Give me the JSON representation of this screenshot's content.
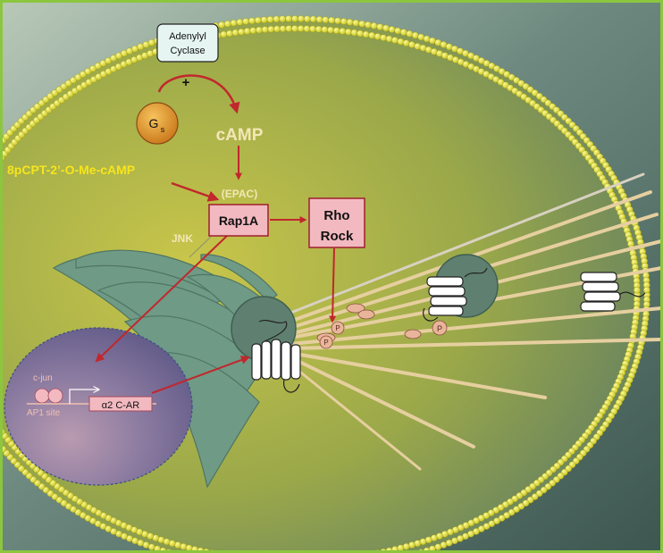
{
  "labels": {
    "adenylyl_line1": "Adenylyl",
    "adenylyl_line2": "Cyclase",
    "plus": "+",
    "gs_main": "G",
    "gs_sub": "s",
    "camp": "cAMP",
    "agonist": "8pCPT-2’-O-Me-cAMP",
    "epac": "(EPAC)",
    "rap1a": "Rap1A",
    "rho": "Rho",
    "rock": "Rock",
    "jnk": "JNK",
    "cjun": "c-jun",
    "ap1": "AP1 site",
    "gene": "α2 C-AR",
    "p": "P"
  },
  "colors": {
    "background": "#5f7a70",
    "frame_border": "#8cc63f",
    "cytoplasm": "#b4ba4a",
    "membrane_bead": "#e2e23a",
    "arrow_red": "#c1272d",
    "agonist_text": "#f7e51b",
    "label_cream": "#f3e7b6",
    "box_pink": "#f2b9c0",
    "box_border": "#9e1f2e",
    "gs_orange": "#e8962a",
    "golgi": "#6f9a86",
    "nucleus": "#7f6f95",
    "filament": "#e6cf9f",
    "receptor": "#ffffff"
  }
}
